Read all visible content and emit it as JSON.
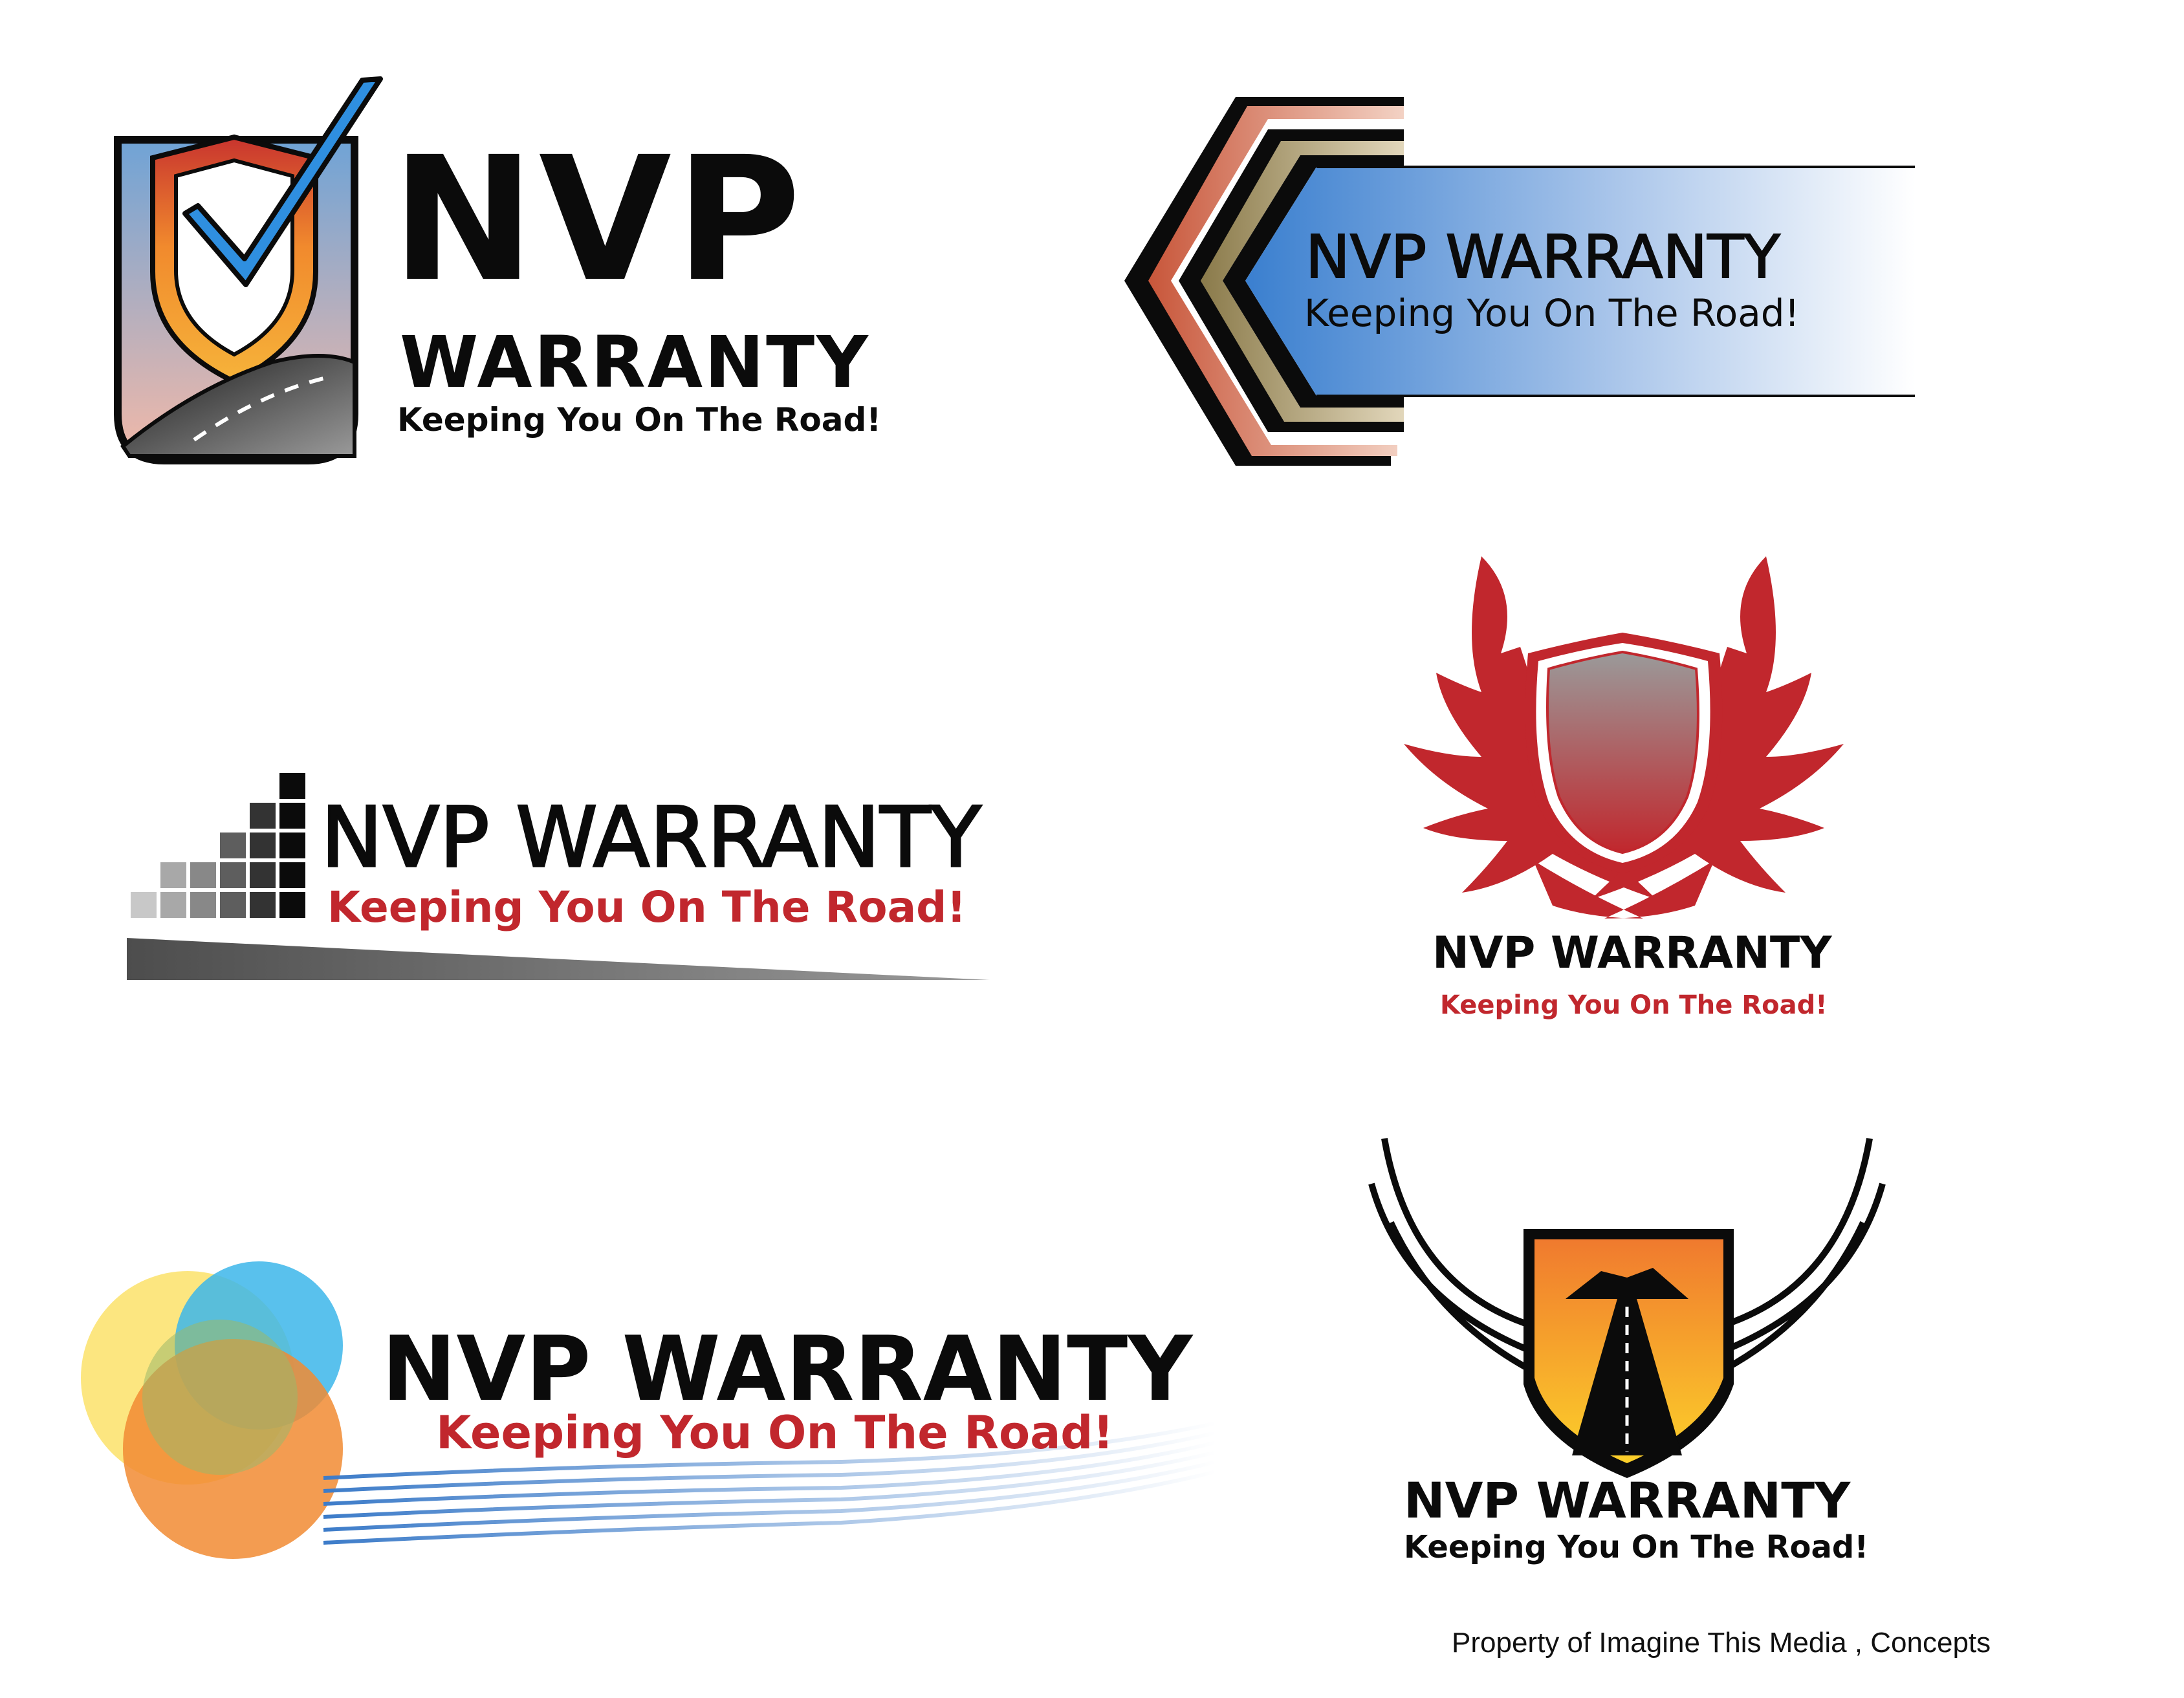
{
  "logos": [
    {
      "id": "shield-check",
      "brand": "NVP",
      "line2": "WARRANTY",
      "tagline": "Keeping You On The Road!"
    },
    {
      "id": "chevron-banner",
      "brand": "NVP WARRANTY",
      "tagline": "Keeping You On The Road!"
    },
    {
      "id": "blocks-road",
      "brand": "NVP WARRANTY",
      "tagline": "Keeping You On The Road!"
    },
    {
      "id": "winged-shield",
      "brand": "NVP WARRANTY",
      "tagline": "Keeping You On The Road!"
    },
    {
      "id": "circles-waves",
      "brand": "NVP WARRANTY",
      "tagline": "Keeping You On The Road!"
    },
    {
      "id": "road-emblem",
      "brand": "NVP WARRANTY",
      "tagline": "Keeping You On The Road!"
    }
  ],
  "footer": {
    "credit": "Property of Imagine This Media , Concepts"
  },
  "colors": {
    "black": "#0b0b0b",
    "red": "#c1272d",
    "blue": "#3f87cf",
    "orange": "#f08a2c",
    "gray": "#555555"
  }
}
